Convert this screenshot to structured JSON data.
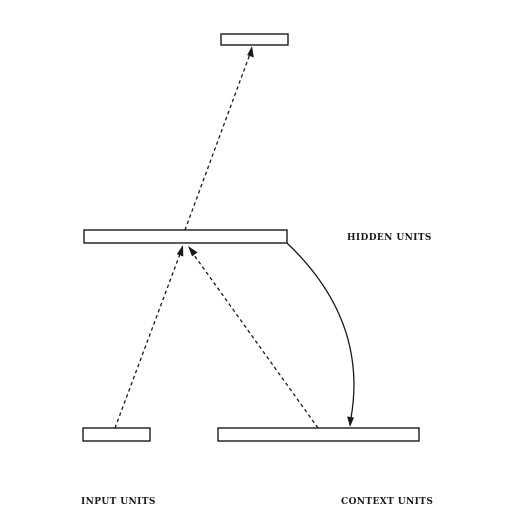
{
  "labels": {
    "hidden": "HIDDEN UNITS",
    "input": "INPUT UNITS",
    "context": "CONTEXT UNITS"
  }
}
